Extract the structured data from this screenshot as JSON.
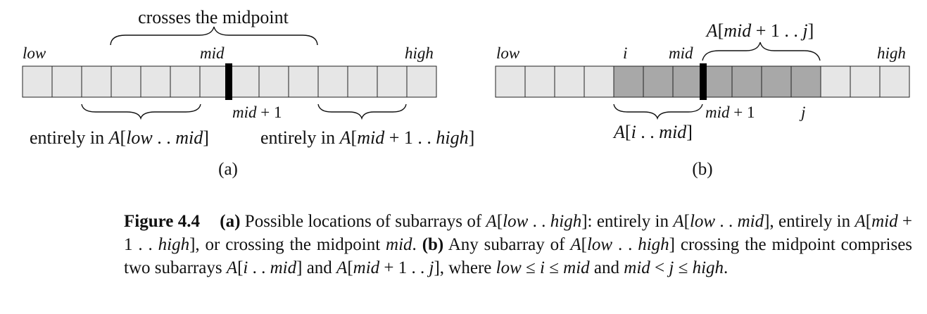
{
  "figure": {
    "a": {
      "cell_count": 14,
      "top_brace_label": "crosses the midpoint",
      "low": "low",
      "mid": "mid",
      "high": "high",
      "mid_plus_1": "mid + 1",
      "left_brace_label": "entirely in A[low . . mid]",
      "right_brace_label": "entirely in A[mid + 1 . . high]",
      "panel_label": "(a)"
    },
    "b": {
      "cell_count": 14,
      "shaded_cells": [
        4,
        5,
        6,
        7,
        8,
        9,
        10
      ],
      "low": "low",
      "i": "i",
      "mid": "mid",
      "high": "high",
      "top_brace_label": "A[mid + 1 . . j]",
      "mid_plus_1": "mid + 1",
      "j": "j",
      "bottom_brace_label": "A[i . . mid]",
      "panel_label": "(b)"
    },
    "colors": {
      "cell_fill": "#e6e6e6",
      "shaded_fill": "#a8a8a8",
      "divider": "#000000"
    }
  },
  "caption": {
    "figure_number": "Figure 4.4",
    "a_label": "(a)",
    "a_text": "Possible locations of subarrays of A[low . . high]: entirely in A[low . . mid], entirely in A[mid + 1 . . high], or crossing the midpoint mid.",
    "b_label": "(b)",
    "b_text": "Any subarray of A[low . . high] crossing the midpoint comprises two subarrays A[i . . mid] and A[mid + 1 . . j], where low ≤ i ≤ mid and mid < j ≤ high."
  }
}
